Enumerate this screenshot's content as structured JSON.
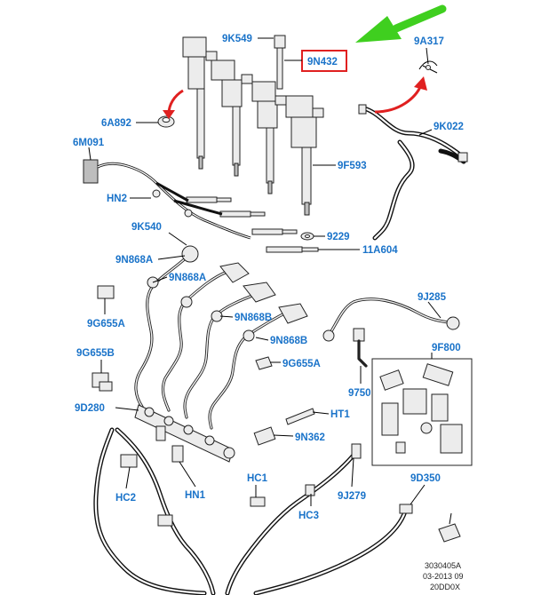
{
  "labels": {
    "l_9K549": "9K549",
    "l_9N432": "9N432",
    "l_9A317": "9A317",
    "l_6A892": "6A892",
    "l_9K022": "9K022",
    "l_6M091": "6M091",
    "l_9F593": "9F593",
    "l_HN2": "HN2",
    "l_9229": "9229",
    "l_9K540": "9K540",
    "l_11A604": "11A604",
    "l_9N868A_1": "9N868A",
    "l_9N868A_2": "9N868A",
    "l_9J285": "9J285",
    "l_9G655A_1": "9G655A",
    "l_9N868B_1": "9N868B",
    "l_9N868B_2": "9N868B",
    "l_9F800": "9F800",
    "l_9G655B": "9G655B",
    "l_9G655A_2": "9G655A",
    "l_9750": "9750",
    "l_9D280": "9D280",
    "l_HT1": "HT1",
    "l_9N362": "9N362",
    "l_HC1": "HC1",
    "l_9D350": "9D350",
    "l_HC2": "HC2",
    "l_HN1": "HN1",
    "l_9J279": "9J279",
    "l_HC3": "HC3"
  },
  "reference": {
    "line1": "3030405A",
    "line2": "03-2013 09",
    "line3": "20DD0X"
  },
  "colors": {
    "label": "#1a73c9",
    "highlight_box": "#e02020",
    "red_arrow": "#e02020",
    "green_arrow": "#3fcf1f"
  },
  "highlighted_part": "9N432"
}
